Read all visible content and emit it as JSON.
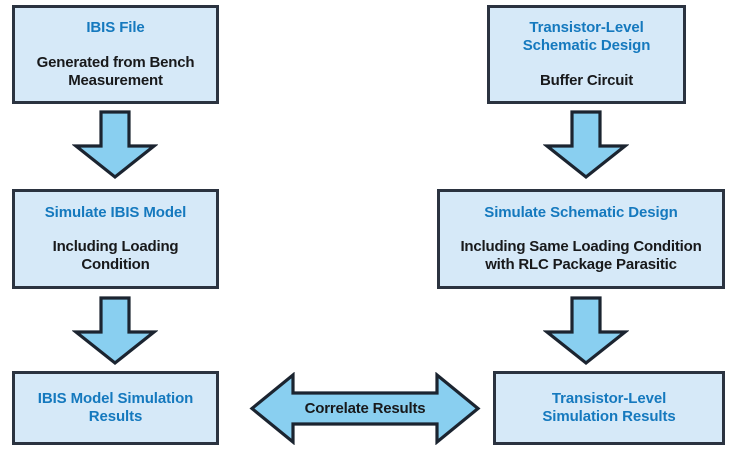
{
  "diagram": {
    "colors": {
      "box_fill": "#D6E9F8",
      "box_border": "#2B3340",
      "title_text": "#1579BE",
      "body_text": "#18191B",
      "arrow_fill": "#89CFF0",
      "arrow_border": "#1B2430",
      "background": "#FFFFFF"
    },
    "nodes": [
      {
        "id": "ibis-file",
        "title": "IBIS File",
        "body": "Generated from Bench\nMeasurement",
        "body_line1": "Generated from Bench",
        "body_line2": "Measurement",
        "column": "left",
        "row": 1
      },
      {
        "id": "transistor-design",
        "title_line1": "Transistor-Level",
        "title_line2": "Schematic Design",
        "body_line1": "Buffer Circuit",
        "body_line2": "",
        "column": "right",
        "row": 1
      },
      {
        "id": "simulate-ibis",
        "title": "Simulate IBIS Model",
        "body_line1": "Including Loading",
        "body_line2": "Condition",
        "column": "left",
        "row": 2
      },
      {
        "id": "simulate-schematic",
        "title": "Simulate Schematic Design",
        "body_line1": "Including Same Loading Condition",
        "body_line2": "with RLC Package Parasitic",
        "column": "right",
        "row": 2
      },
      {
        "id": "ibis-results",
        "title_line1": "IBIS Model Simulation",
        "title_line2": "Results",
        "column": "left",
        "row": 3
      },
      {
        "id": "transistor-results",
        "title_line1": "Transistor-Level",
        "title_line2": "Simulation Results",
        "column": "right",
        "row": 3
      }
    ],
    "connectors": [
      {
        "id": "ibis-file-to-simulate-ibis",
        "direction": "down",
        "label": ""
      },
      {
        "id": "transistor-design-to-simulate-schematic",
        "direction": "down",
        "label": ""
      },
      {
        "id": "simulate-ibis-to-ibis-results",
        "direction": "down",
        "label": ""
      },
      {
        "id": "simulate-schematic-to-transistor-results",
        "direction": "down",
        "label": ""
      },
      {
        "id": "correlate",
        "direction": "double-horizontal",
        "label": "Correlate Results"
      }
    ]
  }
}
